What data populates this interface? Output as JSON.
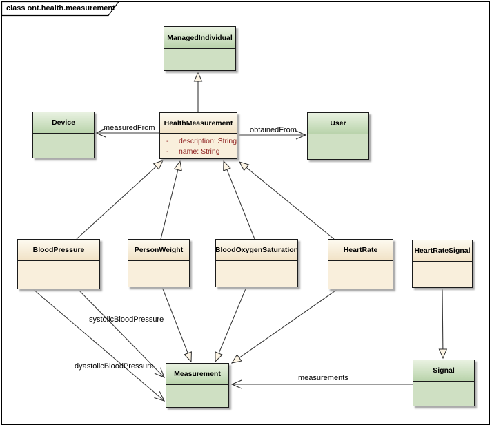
{
  "frame": {
    "title": "class ont.health.measurement"
  },
  "colors": {
    "green_header_top": "#e9f2e1",
    "green_header_bottom": "#b9d3ab",
    "green_body": "#cfe0c3",
    "cream_header_top": "#fdfaf0",
    "cream_header_bottom": "#f1e2c6",
    "cream_body": "#f9efdc",
    "attribute_text": "#8b1a1a",
    "box_border": "#1c1c1c",
    "edge_line": "#3a3a3a",
    "triangle_fill": "#fcf4e4"
  },
  "classes": [
    {
      "name": "ManagedIndividual",
      "color": "green",
      "attributes": []
    },
    {
      "name": "Device",
      "color": "green",
      "attributes": []
    },
    {
      "name": "HealthMeasurement",
      "color": "cream",
      "attributes": [
        {
          "vis": "-",
          "label": "description: String"
        },
        {
          "vis": "-",
          "label": "name: String"
        }
      ]
    },
    {
      "name": "User",
      "color": "green",
      "attributes": []
    },
    {
      "name": "BloodPressure",
      "color": "cream",
      "attributes": []
    },
    {
      "name": "PersonWeight",
      "color": "cream",
      "attributes": []
    },
    {
      "name": "BloodOxygenSaturation",
      "color": "cream",
      "attributes": []
    },
    {
      "name": "HeartRate",
      "color": "cream",
      "attributes": []
    },
    {
      "name": "HeartRateSignal",
      "color": "cream",
      "attributes": []
    },
    {
      "name": "Measurement",
      "color": "green",
      "attributes": []
    },
    {
      "name": "Signal",
      "color": "green",
      "attributes": []
    }
  ],
  "relationships": [
    {
      "from": "HealthMeasurement",
      "to": "ManagedIndividual",
      "type": "generalization",
      "label": ""
    },
    {
      "from": "HealthMeasurement",
      "to": "Device",
      "type": "association",
      "label": "measuredFrom"
    },
    {
      "from": "HealthMeasurement",
      "to": "User",
      "type": "association",
      "label": "obtainedFrom"
    },
    {
      "from": "BloodPressure",
      "to": "HealthMeasurement",
      "type": "generalization",
      "label": ""
    },
    {
      "from": "PersonWeight",
      "to": "HealthMeasurement",
      "type": "generalization",
      "label": ""
    },
    {
      "from": "BloodOxygenSaturation",
      "to": "HealthMeasurement",
      "type": "generalization",
      "label": ""
    },
    {
      "from": "HeartRate",
      "to": "HealthMeasurement",
      "type": "generalization",
      "label": ""
    },
    {
      "from": "BloodPressure",
      "to": "Measurement",
      "type": "association",
      "label": "systolicBloodPressure"
    },
    {
      "from": "BloodPressure",
      "to": "Measurement",
      "type": "association",
      "label": "dyastolicBloodPressure"
    },
    {
      "from": "PersonWeight",
      "to": "Measurement",
      "type": "generalization",
      "label": ""
    },
    {
      "from": "BloodOxygenSaturation",
      "to": "Measurement",
      "type": "generalization",
      "label": ""
    },
    {
      "from": "HeartRate",
      "to": "Measurement",
      "type": "generalization",
      "label": ""
    },
    {
      "from": "HeartRateSignal",
      "to": "Signal",
      "type": "generalization",
      "label": ""
    },
    {
      "from": "Signal",
      "to": "Measurement",
      "type": "association",
      "label": "measurements"
    }
  ]
}
